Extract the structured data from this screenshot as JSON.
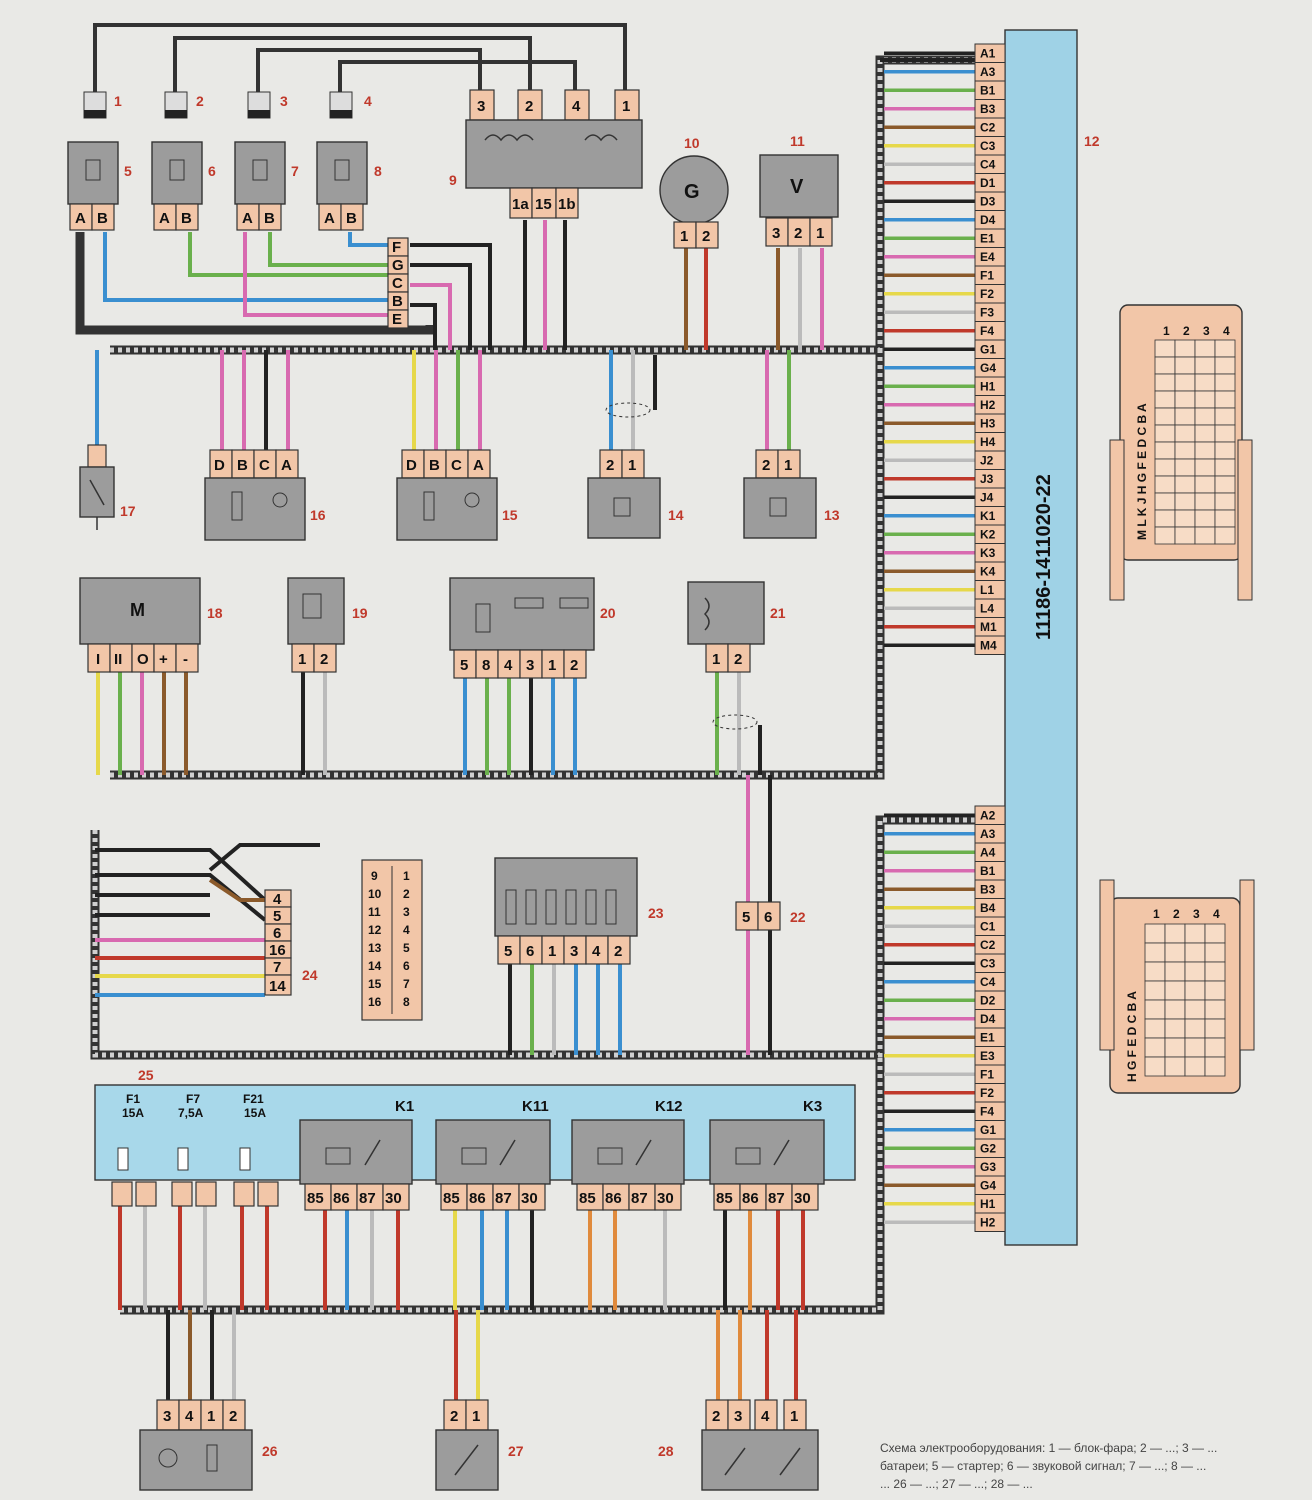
{
  "components": {
    "c1": "1",
    "c2": "2",
    "c3": "3",
    "c4": "4",
    "c5": "5",
    "c6": "6",
    "c7": "7",
    "c8": "8",
    "c9": "9",
    "c10": "10",
    "c11": "11",
    "c12": "12",
    "c13": "13",
    "c14": "14",
    "c15": "15",
    "c16": "16",
    "c17": "17",
    "c18": "18",
    "c19": "19",
    "c20": "20",
    "c21": "21",
    "c22": "22",
    "c23": "23",
    "c24": "24",
    "c25": "25",
    "c26": "26",
    "c27": "27",
    "c28": "28"
  },
  "symbols": {
    "generator": "G",
    "voltmeter": "V",
    "motor": "M"
  },
  "ecu": {
    "part_number": "11186-1411020-22",
    "connector_top": [
      "A1",
      "A3",
      "B1",
      "B3",
      "C2",
      "C3",
      "C4",
      "D1",
      "D3",
      "D4",
      "E1",
      "E4",
      "F1",
      "F2",
      "F3",
      "F4",
      "G1",
      "G4",
      "H1",
      "H2",
      "H3",
      "H4",
      "J2",
      "J3",
      "J4",
      "K1",
      "K2",
      "K3",
      "K4",
      "L1",
      "L4",
      "M1",
      "M4"
    ],
    "connector_bottom": [
      "A2",
      "A3",
      "A4",
      "B1",
      "B3",
      "B4",
      "C1",
      "C2",
      "C3",
      "C4",
      "D2",
      "D4",
      "E1",
      "E3",
      "F1",
      "F2",
      "F4",
      "G1",
      "G2",
      "G3",
      "G4",
      "H1",
      "H2"
    ]
  },
  "connector_views": {
    "top_cols": [
      "1",
      "2",
      "3",
      "4"
    ],
    "top_rows": "M L K J H G F E D C B A",
    "bottom_cols": [
      "1",
      "2",
      "3",
      "4"
    ],
    "bottom_rows": "H G F E D C B A"
  },
  "pins": {
    "p9": [
      "3",
      "2",
      "4",
      "1"
    ],
    "p9b": [
      "1a",
      "15",
      "1b"
    ],
    "ab": [
      "A",
      "B"
    ],
    "p10": [
      "1",
      "2"
    ],
    "p11": [
      "3",
      "2",
      "1"
    ],
    "plug": [
      "F",
      "G",
      "C",
      "B",
      "E"
    ],
    "dbca": [
      "D",
      "B",
      "C",
      "A"
    ],
    "p21": [
      "2",
      "1"
    ],
    "p18": [
      "I",
      "II",
      "O",
      "+",
      "-"
    ],
    "p12": [
      "1",
      "2"
    ],
    "p20": [
      "5",
      "8",
      "4",
      "3",
      "1",
      "2"
    ],
    "p22": [
      "5",
      "6"
    ],
    "p23": [
      "5",
      "6",
      "1",
      "3",
      "4",
      "2"
    ],
    "p24": [
      "4",
      "5",
      "6",
      "16",
      "7",
      "14"
    ],
    "diag_left": [
      "9",
      "10",
      "11",
      "12",
      "13",
      "14",
      "15",
      "16"
    ],
    "diag_right": [
      "1",
      "2",
      "3",
      "4",
      "5",
      "6",
      "7",
      "8"
    ],
    "p26": [
      "3",
      "4",
      "1",
      "2"
    ],
    "p27": [
      "2",
      "1"
    ],
    "p28": [
      "2",
      "3",
      "4",
      "1"
    ]
  },
  "fuse_block": {
    "fuses": [
      {
        "name": "F1",
        "rating": "15A"
      },
      {
        "name": "F7",
        "rating": "7,5A"
      },
      {
        "name": "F21",
        "rating": "15A"
      }
    ],
    "relays": [
      {
        "name": "K1",
        "pins": [
          "85",
          "86",
          "87",
          "30"
        ]
      },
      {
        "name": "K11",
        "pins": [
          "85",
          "86",
          "87",
          "30"
        ]
      },
      {
        "name": "K12",
        "pins": [
          "85",
          "86",
          "87",
          "30"
        ]
      },
      {
        "name": "K3",
        "pins": [
          "85",
          "86",
          "87",
          "30"
        ]
      }
    ]
  },
  "caption": {
    "line1": "Схема электрооборудования: 1 — блок-фара; 2 — ...; 3 — ...",
    "line2": "батареи; 5 — стартер; 6 — звуковой сигнал; 7 — ...; 8 — ...",
    "line3": "... 26 — ...; 27 — ...; 28 — ..."
  },
  "colors": {
    "background": "#e9e9e6",
    "component": "#9c9c9c",
    "pin": "#f2c6a8",
    "ecu": "#9fd2e6",
    "label": "#c0392b"
  }
}
